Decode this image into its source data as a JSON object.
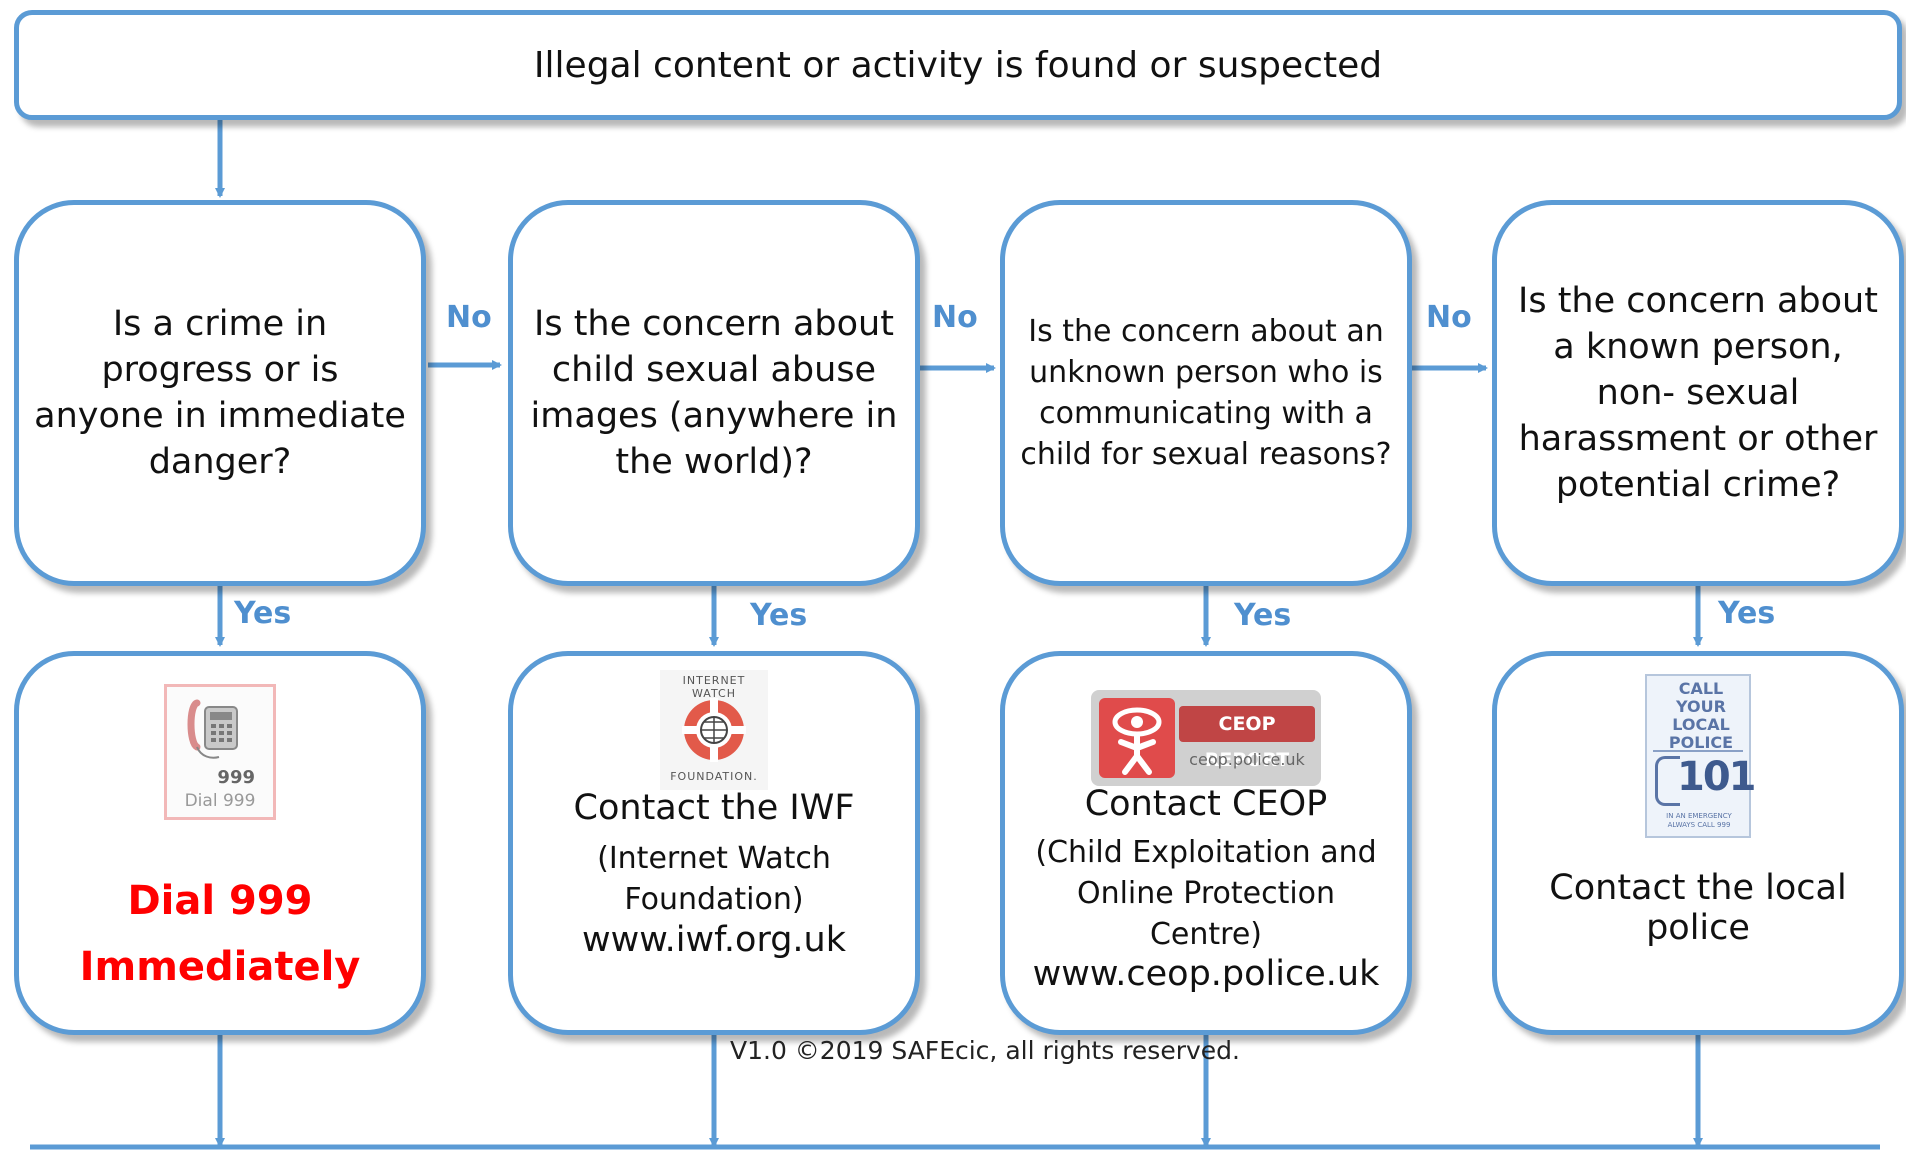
{
  "header": {
    "text": "Illegal content or activity is found or suspected"
  },
  "questions": [
    {
      "text": "Is a crime in progress or is anyone in immediate danger?"
    },
    {
      "text": "Is the concern about child sexual abuse images (anywhere in the world)?"
    },
    {
      "text": "Is the concern about an unknown person who is communicating with a child for sexual reasons?"
    },
    {
      "text": "Is the concern about a known person, non- sexual harassment or other potential crime?"
    }
  ],
  "labels": {
    "no": "No",
    "yes": "Yes"
  },
  "actions": [
    {
      "icon_text": "999",
      "icon_caption": "Dial 999",
      "line1": "Dial 999",
      "line2": "Immediately"
    },
    {
      "icon_top": "INTERNET WATCH",
      "icon_bottom": "FOUNDATION.",
      "title": "Contact the IWF",
      "subtitle": "(Internet Watch Foundation)",
      "url": "www.iwf.org.uk"
    },
    {
      "icon_brand": "CEOP REPORT",
      "icon_url": "ceop.police.uk",
      "title": "Contact CEOP",
      "subtitle": "(Child Exploitation and Online Protection Centre)",
      "url": "www.ceop.police.uk"
    },
    {
      "icon_l1": "CALL YOUR",
      "icon_l2": "LOCAL",
      "icon_l3": "POLICE",
      "icon_num": "101",
      "icon_small": "IN AN EMERGENCY ALWAYS CALL 999",
      "title": "Contact the local police"
    }
  ],
  "footer": {
    "text": "V1.0 ©2019 SAFEcic, all rights reserved."
  },
  "colors": {
    "border": "#5b9bd5",
    "arrow": "#5b9bd5",
    "label": "#4f8fcf",
    "danger": "#ff0000"
  }
}
